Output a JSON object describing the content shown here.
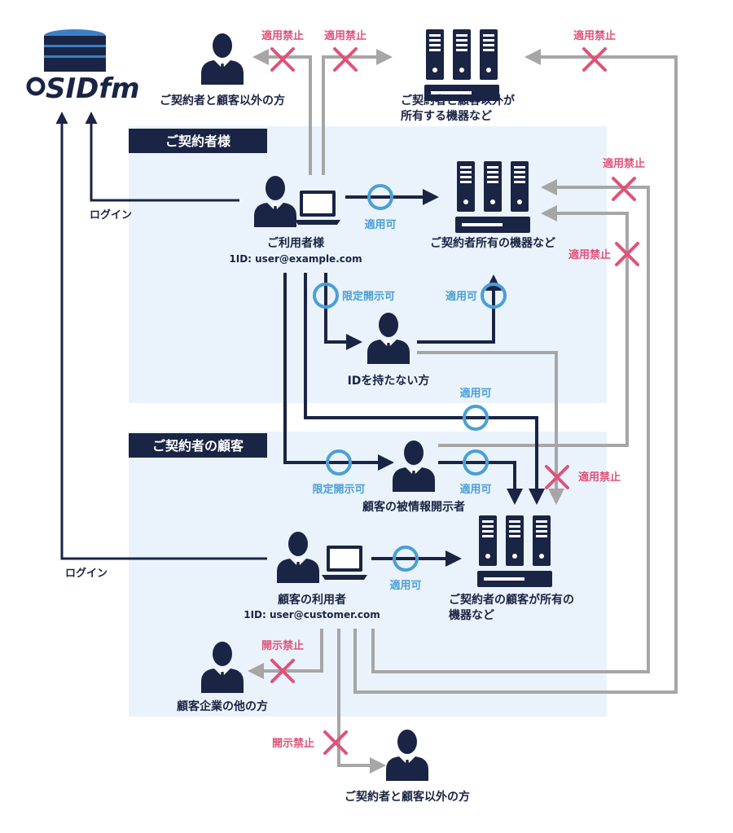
{
  "logo": {
    "text": "SIDfm"
  },
  "sections": {
    "contractor": "ご契約者様",
    "contractor_customer": "ご契約者の顧客"
  },
  "people": {
    "outsider_top": "ご契約者と顧客以外の方",
    "user_name": "ご利用者様",
    "user_id": "1ID: user@example.com",
    "no_id": "IDを持たない方",
    "discloser": "顧客の被情報開示者",
    "customer_user_name": "顧客の利用者",
    "customer_user_id": "1ID: user@customer.com",
    "other_company": "顧客企業の他の方",
    "outsider_bottom": "ご契約者と顧客以外の方"
  },
  "devices": {
    "outsider_devices": [
      "ご契約者と顧客以外が",
      "所有する機器など"
    ],
    "contractor_devices": "ご契約者所有の機器など",
    "customer_devices": [
      "ご契約者の顧客が所有の",
      "機器など"
    ]
  },
  "labels": {
    "login": "ログイン",
    "allowed": "適用可",
    "prohibited": "適用禁止",
    "limited_disclosure": "限定開示可",
    "disclosure_prohibited": "開示禁止"
  },
  "colors": {
    "navy": "#1a2444",
    "panel": "#eaf3fb",
    "blue": "#4a9fd6",
    "pink": "#e0527a",
    "gray": "#a6a6a6"
  }
}
